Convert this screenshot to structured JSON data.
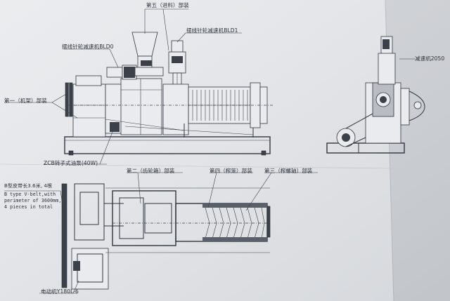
{
  "labels": {
    "feed_section": "第五（进料）部装",
    "reducer_bld1": "摆线针轮减速机BLD1",
    "reducer_bld0": "摆线针轮减速机BLD0",
    "frame_section": "第一（机架）部装",
    "gear_pump": "ZCB转子式油泵(40W)",
    "reducer_2050": "减速机2050",
    "gearbox_section": "第二（齿轮箱）部装",
    "cage_section": "第四（榨笼）部装",
    "screw_section": "第三（榨螺轴）部装",
    "belt_cn": "B型皮带长3.6米, 4根",
    "belt_en_1": "B type V-belt,with",
    "belt_en_2": "perimeter of 3600mm,",
    "belt_en_3": "4 pieces in total",
    "motor": "电动机Y180L-6"
  }
}
